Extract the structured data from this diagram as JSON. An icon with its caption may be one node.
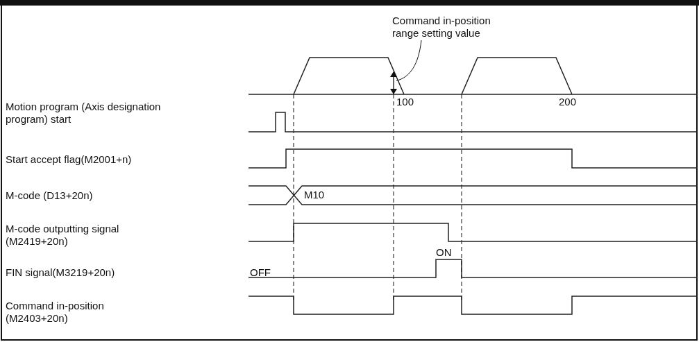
{
  "diagram": {
    "nodes": [
      {
        "text": [
          "Command in-position range setting value"
        ]
      },
      {
        "text": [],
        "shape": "arrow"
      }
    ],
    "edges": [
      {
        "from": 0,
        "to": 1,
        "arrow": "none"
      }
    ],
    "labels": [
      "100",
      "200",
      "Motion program (Axis designation program) start",
      "Start accept flag(M2001+n)",
      "M-code (D13+20n)",
      "M10",
      "M-code outputting signal (M2419+20n)",
      "ON",
      "FIN signal(M3219+20n)",
      "OFF",
      "Command in-position (M2403+20n)"
    ]
  }
}
